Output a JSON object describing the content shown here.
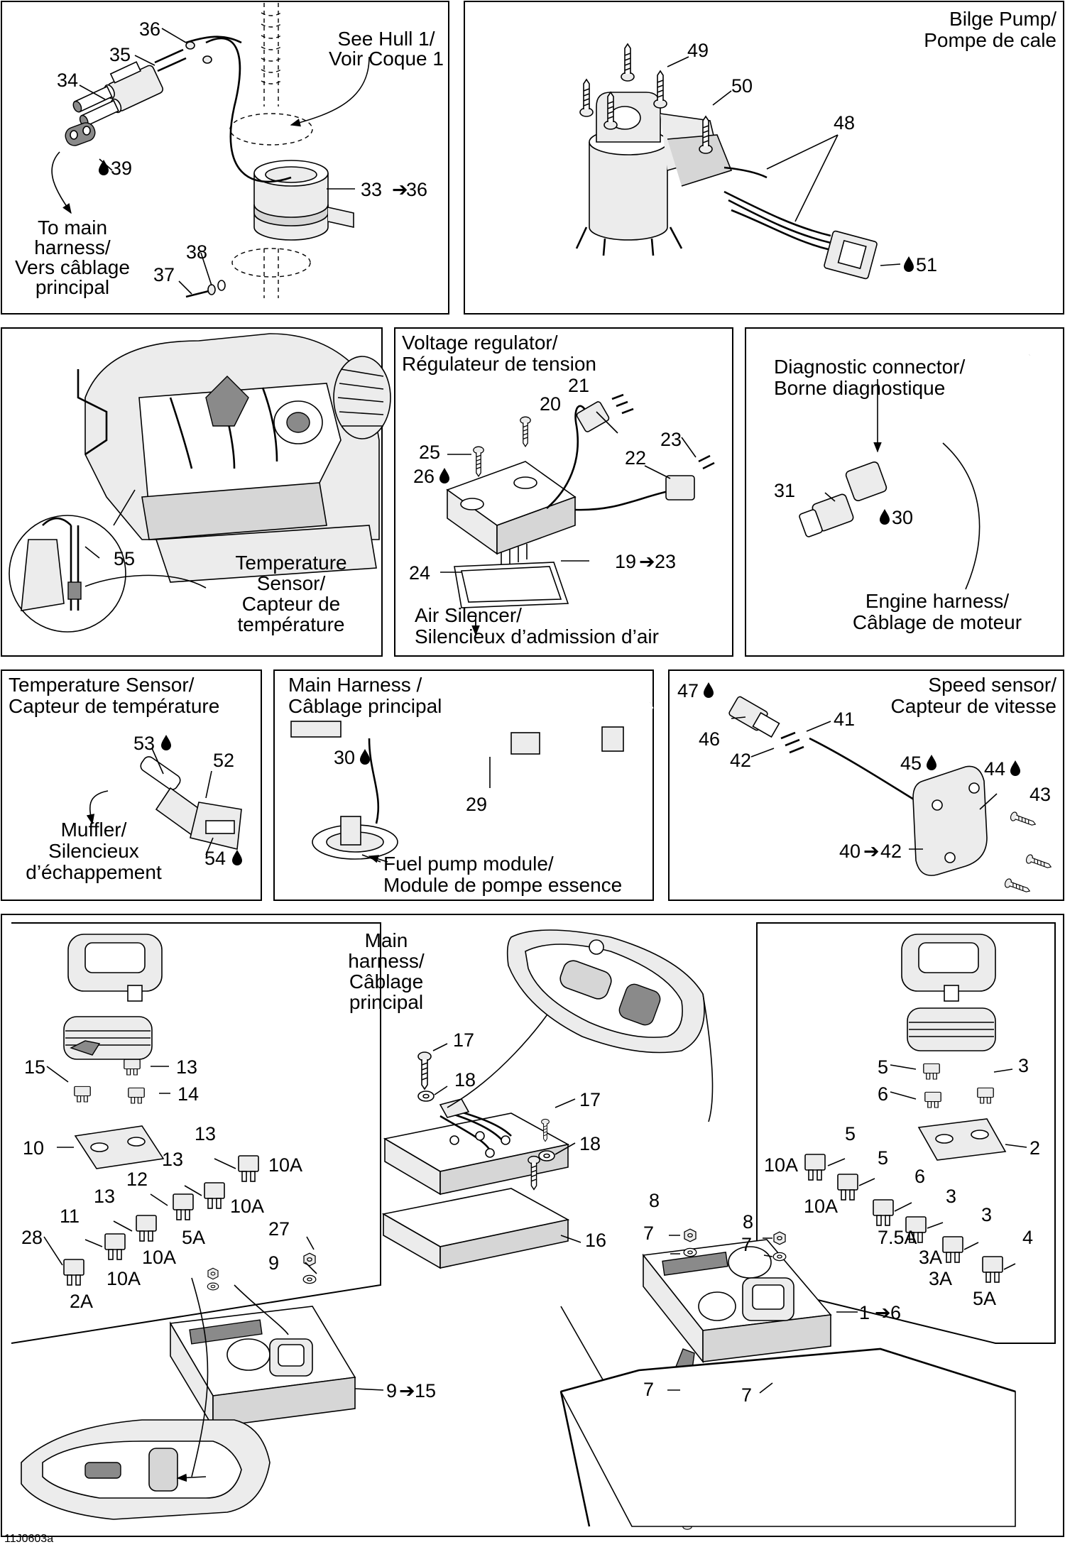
{
  "figure_code": "11J0603a",
  "panels": {
    "hull": {
      "see_hull": [
        "See Hull 1/",
        "Voir Coque 1"
      ],
      "to_main": [
        "To main",
        "harness/",
        "Vers câblage",
        "principal"
      ],
      "callouts": [
        "36",
        "35",
        "34",
        "39",
        "33",
        "36",
        "38",
        "37"
      ]
    },
    "bilge": {
      "title": [
        "Bilge Pump/",
        "Pompe de cale"
      ],
      "callouts": [
        "49",
        "50",
        "48",
        "51"
      ]
    },
    "engine": {
      "temp": [
        "Temperature",
        "Sensor/",
        "Capteur de",
        "température"
      ],
      "callouts": [
        "55"
      ]
    },
    "voltage": {
      "title": [
        "Voltage regulator/",
        "Régulateur de tension"
      ],
      "air": [
        "Air Silencer/",
        "Silencieux d’admission d’air"
      ],
      "callouts": [
        "21",
        "20",
        "23",
        "25",
        "22",
        "26",
        "24",
        "19",
        "23"
      ]
    },
    "diag": {
      "title": [
        "Diagnostic connector/",
        "Borne diagnostique"
      ],
      "engine_harness": [
        "Engine harness/",
        "Câblage de moteur"
      ],
      "callouts": [
        "31",
        "30"
      ]
    },
    "tempsensor": {
      "title": [
        "Temperature Sensor/",
        "Capteur de température"
      ],
      "muffler": [
        "Muffler/",
        "Silencieux",
        "d’échappement"
      ],
      "callouts": [
        "53",
        "52",
        "54"
      ]
    },
    "mainharness": {
      "title": [
        "Main Harness /",
        "Câblage principal"
      ],
      "fuel": [
        "Fuel pump module/",
        "Module de pompe essence"
      ],
      "callouts": [
        "30",
        "29"
      ]
    },
    "speed": {
      "title": [
        "Speed sensor/",
        "Capteur de vitesse"
      ],
      "callouts": [
        "47",
        "46",
        "41",
        "42",
        "45",
        "44",
        "43",
        "40",
        "42"
      ]
    },
    "bottom": {
      "main": [
        "Main",
        "harness/",
        "Câblage",
        "principal"
      ],
      "left_callouts": [
        "15",
        "13",
        "14",
        "10",
        "13",
        "13",
        "12",
        "13",
        "11",
        "28",
        "27",
        "9",
        "15"
      ],
      "amps_left": [
        "10A",
        "10A",
        "5A",
        "10A",
        "10A",
        "2A"
      ],
      "center_callouts": [
        "17",
        "18",
        "17",
        "18",
        "16"
      ],
      "right_callouts": [
        "5",
        "3",
        "6",
        "2",
        "5",
        "5",
        "6",
        "3",
        "3",
        "4",
        "8",
        "7",
        "8",
        "7",
        "1",
        "6",
        "7",
        "7"
      ],
      "amps_right": [
        "10A",
        "10A",
        "7.5A",
        "3A",
        "3A",
        "5A"
      ]
    }
  }
}
